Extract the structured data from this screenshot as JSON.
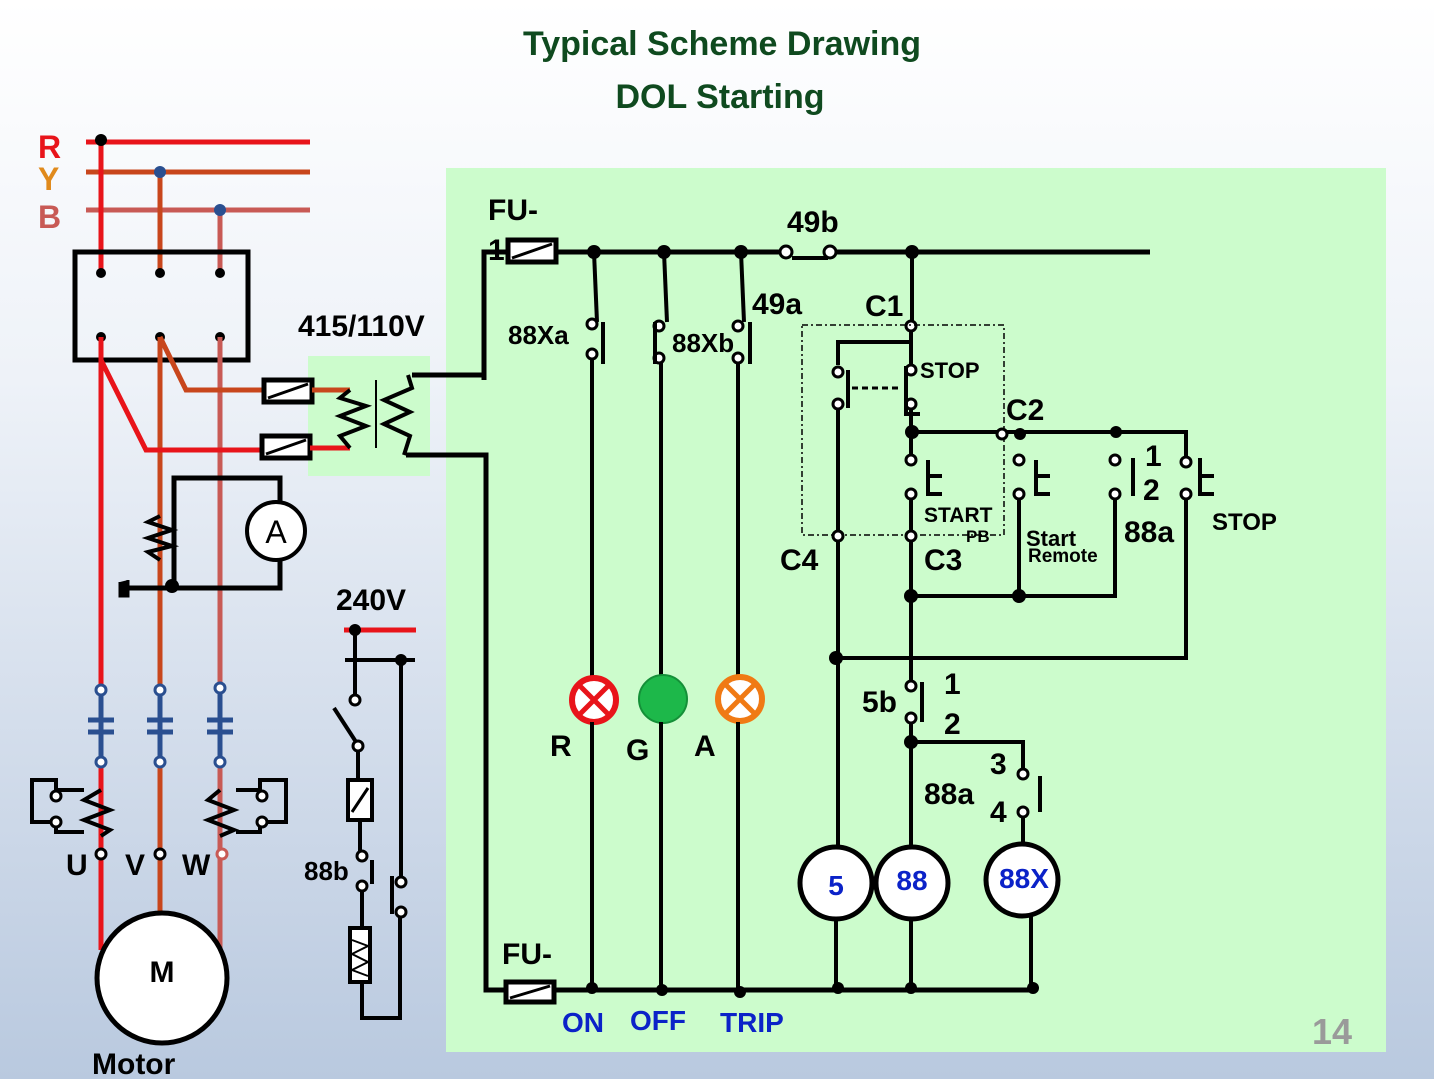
{
  "title": {
    "line1": "Typical Scheme Drawing",
    "line2": "DOL Starting"
  },
  "page_number": "14",
  "colors": {
    "panel": "#ccfccc",
    "title": "#0f4a1f",
    "phase_r": "#e8141a",
    "phase_y": "#c8461c",
    "phase_b": "#c85a55",
    "blue_text": "#0b22c8",
    "lamp_r": "#e8141a",
    "lamp_g": "#1db84a",
    "lamp_a": "#f07a14"
  },
  "power": {
    "phases": [
      "R",
      "Y",
      "B"
    ],
    "transformer": "415/110V",
    "ammeter": "A",
    "terminals": [
      "U",
      "V",
      "W"
    ],
    "motor": "M",
    "motor_caption": "Motor"
  },
  "aux": {
    "supply": "240V",
    "contact": "88b"
  },
  "control": {
    "fuse_top": "FU-\n1",
    "fuse_top_a": "FU-",
    "fuse_top_b": "1",
    "fuse_bottom": "FU-",
    "contacts": {
      "c49b": "49b",
      "c49a": "49a",
      "c88xa": "88Xa",
      "c88xb": "88Xb",
      "c1": "C1",
      "c2": "C2",
      "c3": "C3",
      "c4": "C4",
      "stop_local": "STOP",
      "start_pb_a": "START",
      "start_pb_b": "PB",
      "start_remote_a": "Start",
      "start_remote_b": "Remote",
      "c88a": "88a",
      "stop_remote": "STOP",
      "n1": "1",
      "n2": "2",
      "c5b": "5b",
      "c5b_1": "1",
      "c5b_2": "2",
      "c88a_2": "88a",
      "c88a_3": "3",
      "c88a_4": "4"
    },
    "lamps": [
      {
        "label": "R",
        "color": "red"
      },
      {
        "label": "G",
        "color": "green"
      },
      {
        "label": "A",
        "color": "amber"
      }
    ],
    "bus_labels": [
      "ON",
      "OFF",
      "TRIP"
    ],
    "coils": [
      "5",
      "88",
      "88X"
    ]
  }
}
